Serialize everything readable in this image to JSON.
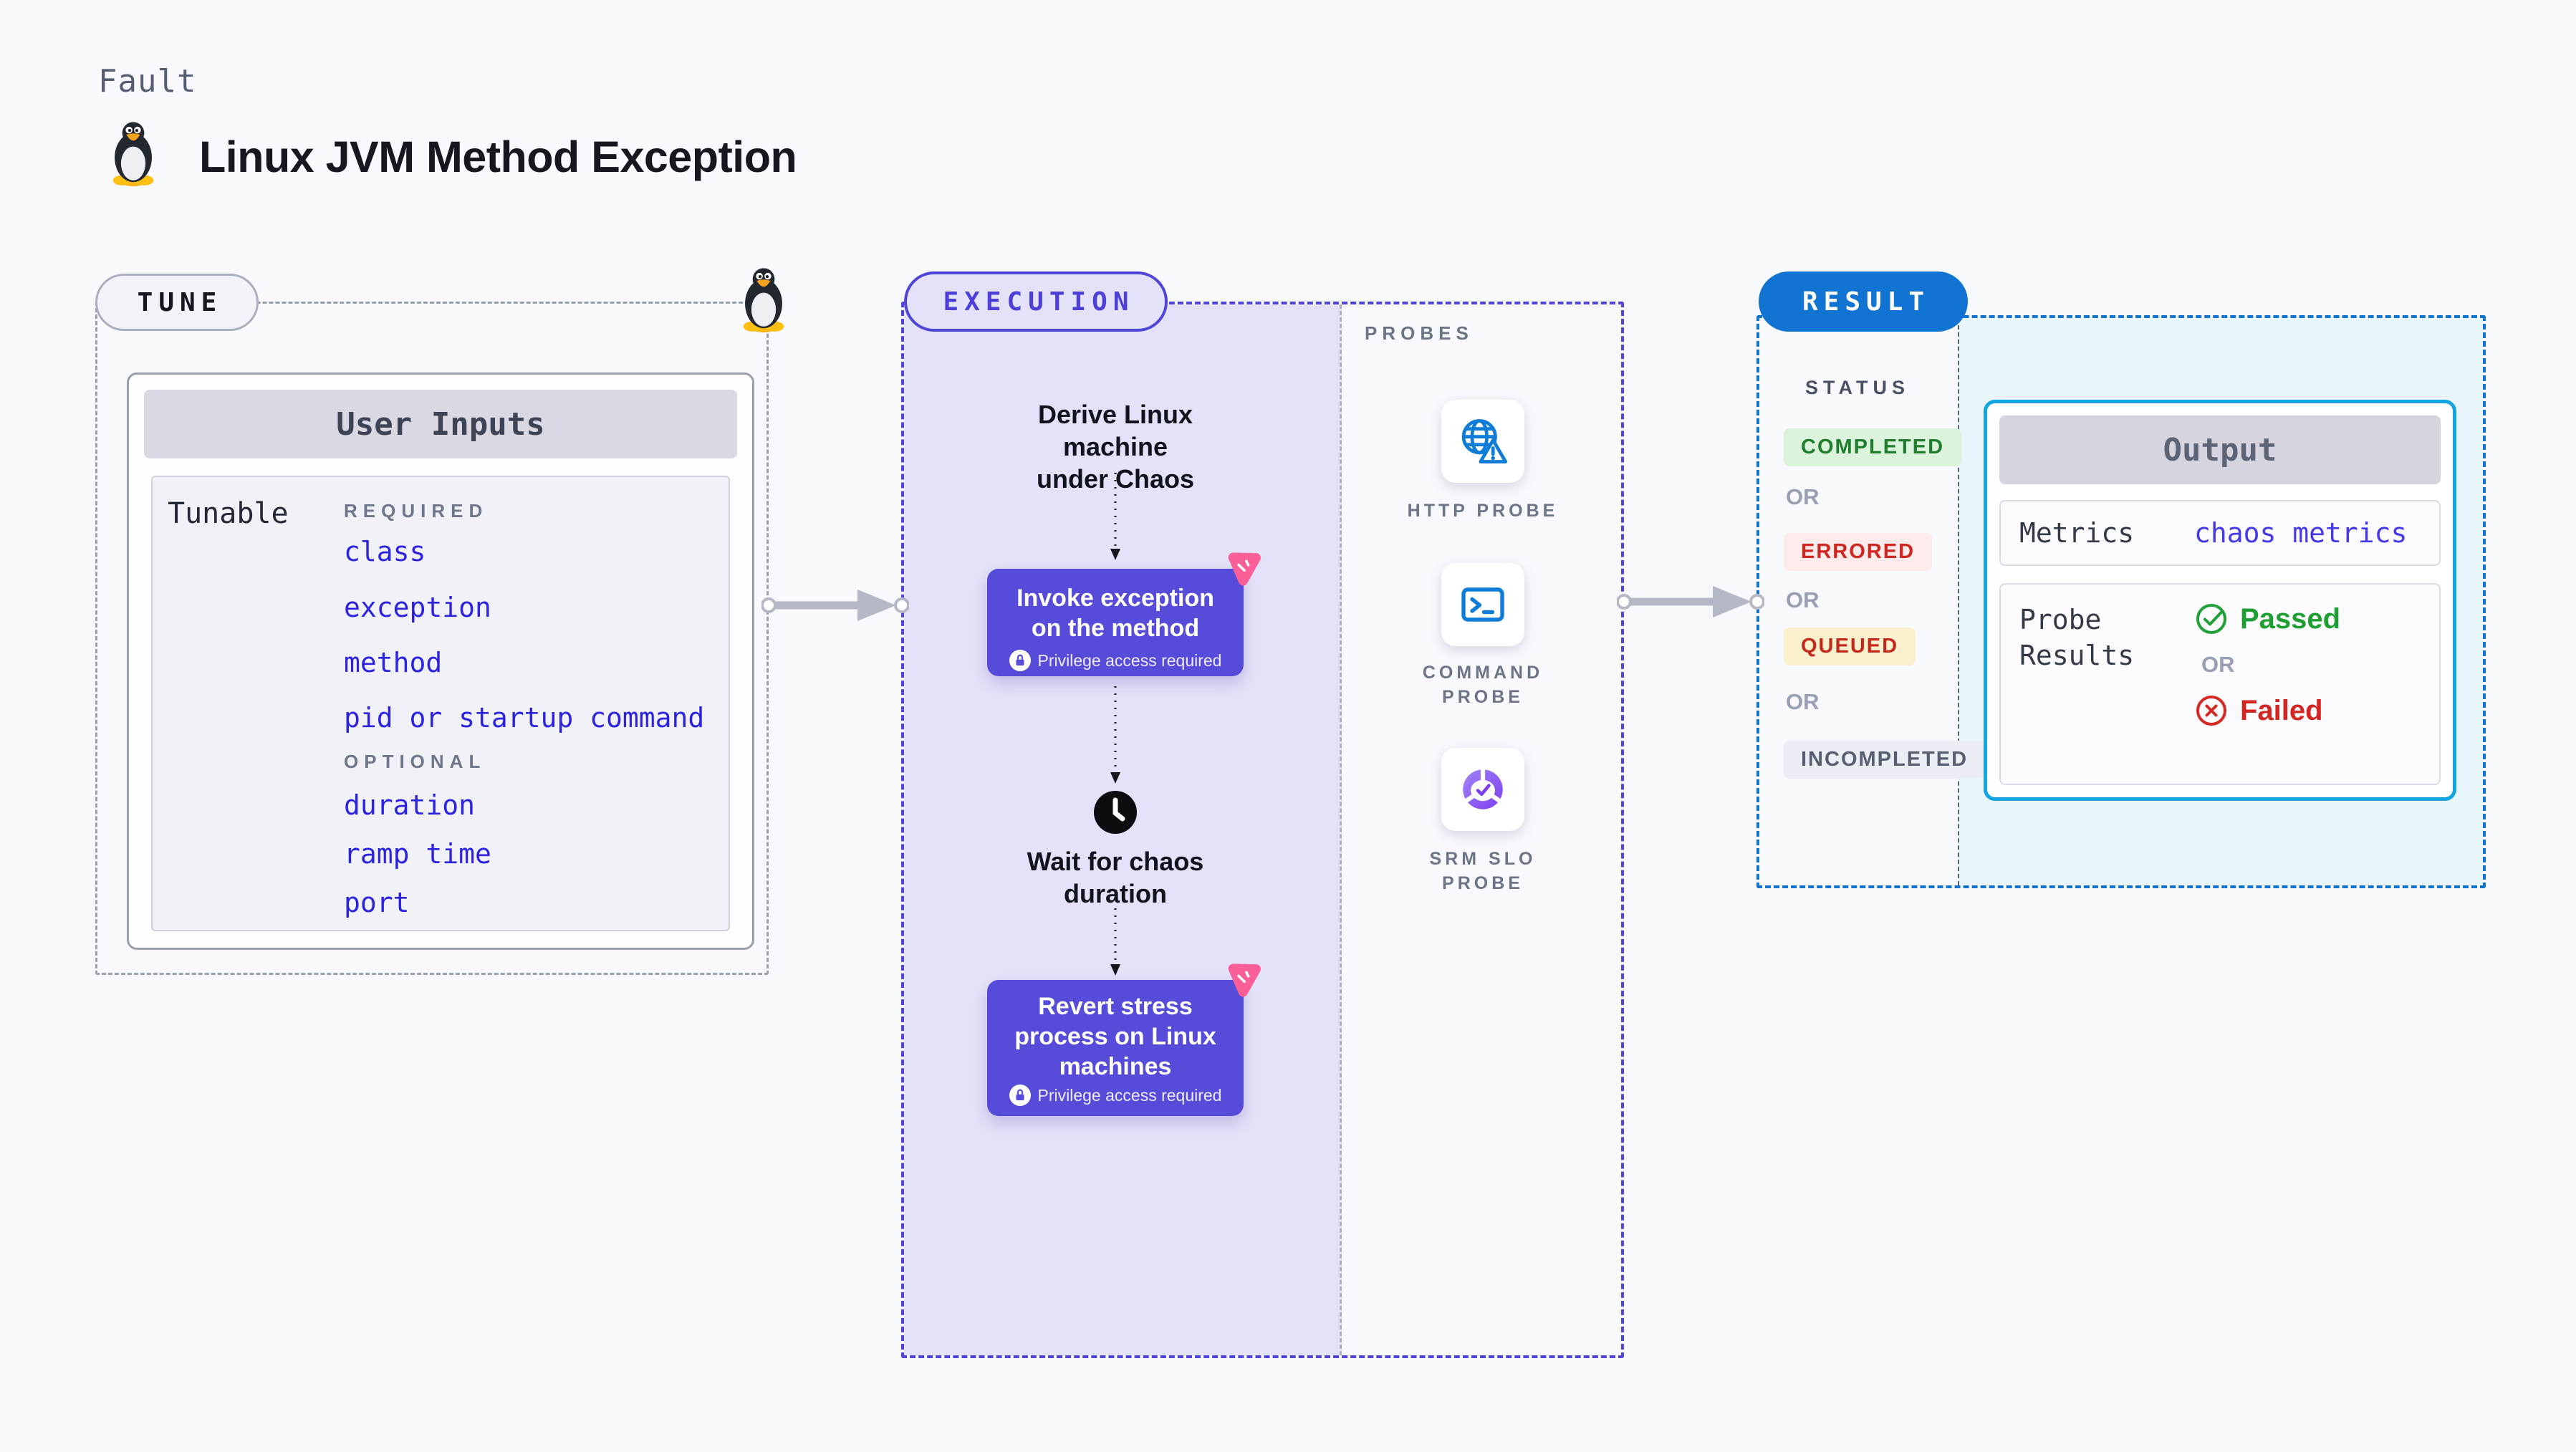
{
  "page": {
    "kicker": "Fault",
    "title": "Linux JVM Method Exception"
  },
  "tune": {
    "badge": "TUNE",
    "card_title": "User Inputs",
    "row_label": "Tunable",
    "required_label": "REQUIRED",
    "required_items": [
      "class",
      "exception",
      "method",
      "pid or startup command"
    ],
    "optional_label": "OPTIONAL",
    "optional_items": [
      "duration",
      "ramp time",
      "port"
    ]
  },
  "execution": {
    "badge": "EXECUTION",
    "step1_lines": [
      "Derive Linux machine",
      "under Chaos"
    ],
    "invoke_card_lines": [
      "Invoke exception",
      "on the method"
    ],
    "wait_lines": [
      "Wait for chaos",
      "duration"
    ],
    "revert_card_lines": [
      "Revert stress",
      "process on Linux",
      "machines"
    ],
    "privilege_label": "Privilege access required"
  },
  "probes": {
    "label": "PROBES",
    "items": [
      {
        "label": "HTTP PROBE",
        "icon": "globe-alert-icon"
      },
      {
        "label": "COMMAND PROBE",
        "icon": "terminal-icon"
      },
      {
        "label": "SRM SLO PROBE",
        "icon": "slo-pie-check-icon"
      }
    ]
  },
  "result": {
    "badge": "RESULT",
    "status": {
      "label": "STATUS",
      "or_label": "OR",
      "badges": [
        {
          "label": "COMPLETED",
          "bg": "#dbf2db",
          "color": "#1e7e2d"
        },
        {
          "label": "ERRORED",
          "bg": "#fdeaea",
          "color": "#ce2722"
        },
        {
          "label": "QUEUED",
          "bg": "#fbf0cd",
          "color": "#c22a1e"
        },
        {
          "label": "INCOMPLETED",
          "bg": "#eceef5",
          "color": "#575e70"
        }
      ]
    },
    "output": {
      "title": "Output",
      "metrics_label": "Metrics",
      "metrics_value": "chaos metrics",
      "probe_results_label": "Probe Results",
      "passed_label": "Passed",
      "or_label": "OR",
      "failed_label": "Failed"
    }
  },
  "colors": {
    "page_bg": "#f8f9fd",
    "indigo_border": "#5145d8",
    "lavender_bg": "#e4e2f8",
    "flow_card_bg": "#574bd9",
    "pink_badge": "#fb5f97",
    "result_blue": "#1173d2",
    "result_dash": "#1274cf",
    "cyan_panel": "#e8f6fc",
    "output_border": "#14a4e2",
    "probe_blue": "#0f7cd8",
    "srm_purple": "#7d3ff0",
    "passed_green": "#1f9e33",
    "failed_red": "#d32521",
    "link_blue": "#2d23df"
  }
}
